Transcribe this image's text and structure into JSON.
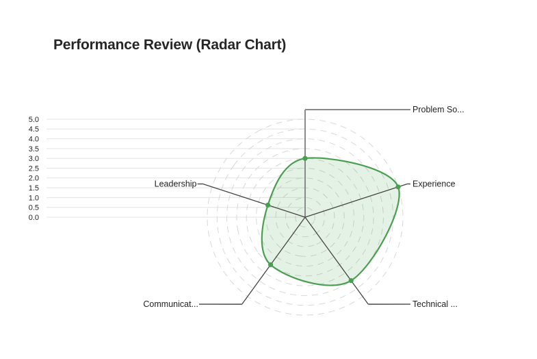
{
  "title": "Performance Review (Radar Chart)",
  "colors": {
    "background": "#ffffff",
    "title": "#262626",
    "text": "#1f1f1f",
    "gridline": "#e3e3e3",
    "ring": "#d8d8d8",
    "value_axis": "#8a8a8a",
    "spoke": "#454545",
    "leader": "#555555",
    "series_stroke": "#4a9e51",
    "series_fill": "rgba(75,158,81,0.15)",
    "point": "#4a9e51"
  },
  "chart_data": {
    "type": "radar",
    "title": "Performance Review (Radar Chart)",
    "categories": [
      "Problem So...",
      "Experience",
      "Technical ...",
      "Communicat...",
      "Leadership"
    ],
    "values": [
      3.0,
      5.0,
      4.0,
      3.0,
      2.0
    ],
    "series": [
      {
        "name": "Performance Review",
        "values": [
          3.0,
          5.0,
          4.0,
          3.0,
          2.0
        ]
      }
    ],
    "ylim": [
      0,
      5
    ],
    "tick_step": 0.5,
    "tick_labels": [
      "5.0",
      "4.5",
      "4.0",
      "3.5",
      "3.0",
      "2.5",
      "2.0",
      "1.5",
      "1.0",
      "0.5",
      "0.0"
    ],
    "ring_count": 10,
    "grid": true,
    "legend": false,
    "axis_label_side": [
      "right",
      "right",
      "right",
      "left",
      "left"
    ]
  }
}
